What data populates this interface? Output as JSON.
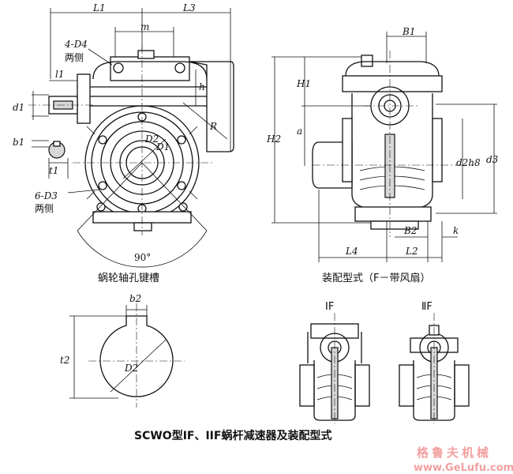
{
  "title": "SCWO型IF、IIF蜗杆减速器及装配型式",
  "captions": {
    "keyway": "蜗轮轴孔键槽",
    "assembly": "装配型式（F－带风扇）",
    "view_1f": "ⅠF",
    "view_2f": "ⅡF"
  },
  "labels": {
    "L1": "L1",
    "L3": "L3",
    "m": "m",
    "D4": "4-D4",
    "both_sides_1": "两侧",
    "l1": "l1",
    "d1": "d1",
    "h": "h",
    "b1": "b1",
    "t1": "t1",
    "D3": "6-D3",
    "both_sides_2": "两侧",
    "D2": "D2",
    "D1": "D1",
    "R": "R",
    "angle": "90°",
    "B1": "B1",
    "H1": "H1",
    "a": "a",
    "H2": "H2",
    "d2h8": "d2h8",
    "d3": "d3",
    "B2": "B2",
    "k": "k",
    "L4": "L4",
    "L2": "L2",
    "b2": "b2",
    "t2": "t2",
    "D2_key": "D2"
  },
  "watermark": {
    "brand": "格鲁夫机械",
    "url": "www.GeLufu.com"
  }
}
